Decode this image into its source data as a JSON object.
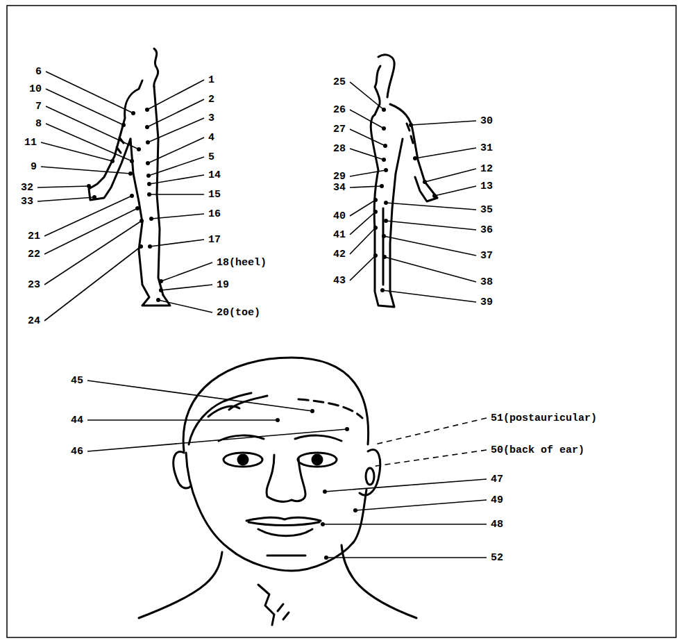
{
  "diagram": {
    "labels": [
      "6",
      "10",
      "7",
      "8",
      "11",
      "9",
      "32",
      "33",
      "21",
      "22",
      "23",
      "24",
      "1",
      "2",
      "3",
      "4",
      "5",
      "14",
      "15",
      "16",
      "17",
      "18(heel)",
      "19",
      "20(toe)",
      "25",
      "26",
      "27",
      "28",
      "29",
      "34",
      "40",
      "41",
      "42",
      "43",
      "30",
      "31",
      "12",
      "13",
      "35",
      "36",
      "37",
      "38",
      "39",
      "45",
      "44",
      "46",
      "51(postauricular)",
      "50(back of ear)",
      "47",
      "49",
      "48",
      "52"
    ]
  }
}
